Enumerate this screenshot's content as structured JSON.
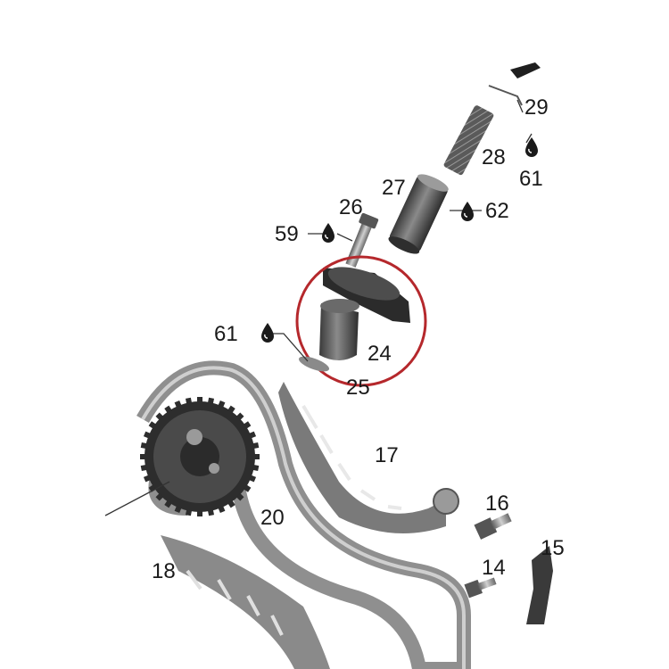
{
  "callouts": {
    "c29": "29",
    "c28": "28",
    "c61_top": "61",
    "c27": "27",
    "c62": "62",
    "c26": "26",
    "c59": "59",
    "c24": "24",
    "c61_left": "61",
    "c25": "25",
    "c17": "17",
    "c16": "16",
    "c20": "20",
    "c15": "15",
    "c14": "14",
    "c18": "18"
  },
  "lubricant_icon": "oil-drop-icon",
  "highlight": {
    "part": "24",
    "ring_color": "#b5282c"
  },
  "colors": {
    "part_dark": "#2b2b2b",
    "part_mid": "#6e6e6e",
    "part_light": "#a9a9a9",
    "belt": "#8f8f8f"
  }
}
